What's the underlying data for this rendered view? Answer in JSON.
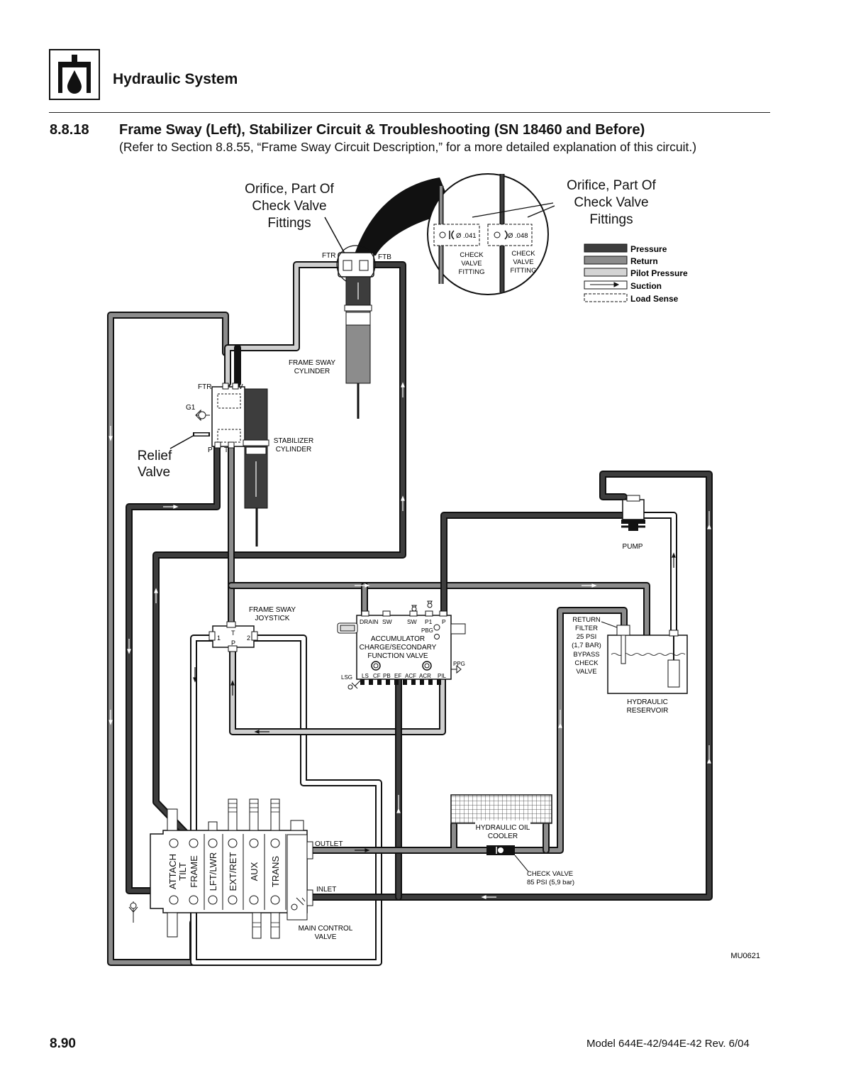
{
  "header": {
    "section_title": "Hydraulic System",
    "logo_icon": "hydraulic-oil-drop-icon"
  },
  "heading": {
    "number": "8.8.18",
    "title": "Frame Sway (Left), Stabilizer Circuit & Troubleshooting (SN 18460 and Before)",
    "subtitle": "(Refer to Section 8.8.55, “Frame Sway Circuit Description,” for a more detailed explanation of this circuit.)"
  },
  "diagram": {
    "callouts": {
      "orifice_left": [
        "Orifice, Part Of",
        "Check Valve",
        "Fittings"
      ],
      "orifice_right": [
        "Orifice, Part Of",
        "Check Valve",
        "Fittings"
      ],
      "relief_valve": [
        "Relief",
        "Valve"
      ]
    },
    "detail": {
      "fitting_1_size": "Ø .041",
      "fitting_2_size": "Ø .048",
      "fitting_label": [
        "CHECK",
        "VALVE",
        "FITTING"
      ]
    },
    "legend": [
      {
        "label": "Pressure",
        "color": "#3d3d3d"
      },
      {
        "label": "Return",
        "color": "#8c8c8c"
      },
      {
        "label": "Pilot Pressure",
        "color": "#d4d4d4"
      },
      {
        "label": "Suction",
        "color": "#ffffff"
      },
      {
        "label": "Load Sense",
        "color": "#ffffff"
      }
    ],
    "ports": {
      "ftr": "FTR",
      "ftb": "FTB",
      "v": "V",
      "g1": "G1",
      "p": "P",
      "t": "T",
      "j_t": "T",
      "j_p": "P",
      "j_1": "1",
      "j_2": "2",
      "drain": "DRAIN",
      "sw1": "SW",
      "sw2": "SW",
      "p1": "P1",
      "pp": "P",
      "pbg": "PBG",
      "ppg": "PPG",
      "lsg": "LSG",
      "bottom_ports": [
        "LS",
        "CF",
        "PB",
        "EF",
        "ACF",
        "ACR",
        "PIL"
      ],
      "outlet": "OUTLET",
      "inlet": "INLET"
    },
    "components": {
      "frame_sway_cylinder": [
        "FRAME SWAY",
        "CYLINDER"
      ],
      "stabilizer_cylinder": [
        "STABILIZER",
        "CYLINDER"
      ],
      "pump": "PUMP",
      "frame_sway_joystick": [
        "FRAME SWAY",
        "JOYSTICK"
      ],
      "accumulator_valve": [
        "ACCUMULATOR",
        "CHARGE/SECONDARY",
        "FUNCTION VALVE"
      ],
      "return_filter": [
        "RETURN",
        "FILTER",
        "25 PSI",
        "(1,7 BAR)",
        "BYPASS",
        "CHECK",
        "VALVE"
      ],
      "hydraulic_reservoir": [
        "HYDRAULIC",
        "RESERVOIR"
      ],
      "hydraulic_oil_cooler": [
        "HYDRAULIC OIL",
        "COOLER"
      ],
      "check_valve": [
        "CHECK VALVE",
        "85 PSI (5,9 bar)"
      ],
      "main_control_valve": [
        "MAIN CONTROL",
        "VALVE"
      ],
      "sections": [
        "ATTACH",
        "TILT",
        "FRAME",
        "LFT/LWR",
        "EXT/RET",
        "AUX",
        "TRANS"
      ]
    },
    "figure_id": "MU0621"
  },
  "footer": {
    "page_number": "8.90",
    "model": "Model  644E-42/944E-42    Rev.  6/04"
  }
}
